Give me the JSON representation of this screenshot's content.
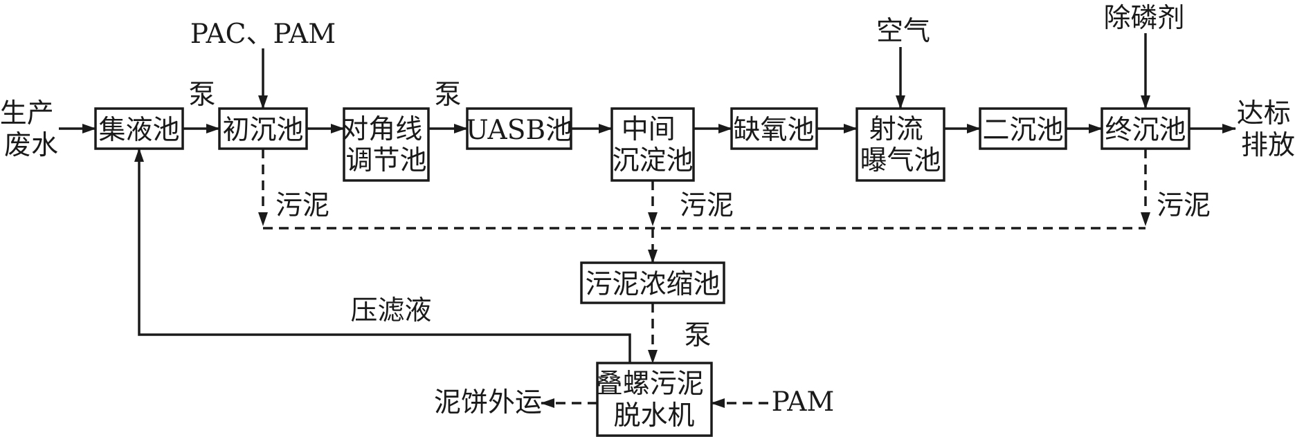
{
  "inputs": {
    "raw_water": [
      "生产",
      "废水"
    ],
    "chemicals_primary": "PAC、PAM",
    "air": "空气",
    "phosphorus_agent": "除磷剂",
    "pam_dewatering": "PAM"
  },
  "units": {
    "collection_tank": [
      "集液池"
    ],
    "primary_settling": [
      "初沉池"
    ],
    "equalization": [
      "对角线",
      "调节池"
    ],
    "uasb": [
      "UASB池"
    ],
    "intermediate_settling": [
      "中间",
      "沉淀池"
    ],
    "anoxic": [
      "缺氧池"
    ],
    "jet_aeration": [
      "射流",
      "曝气池"
    ],
    "secondary_settling": [
      "二沉池"
    ],
    "final_settling": [
      "终沉池"
    ],
    "sludge_thickener": [
      "污泥浓缩池"
    ],
    "screw_press": [
      "叠螺污泥",
      "脱水机"
    ]
  },
  "labels": {
    "pump_1": "泵",
    "pump_2": "泵",
    "pump_3": "泵",
    "sludge_1": "污泥",
    "sludge_2": "污泥",
    "sludge_3": "污泥",
    "filtrate": "压滤液",
    "cake_out": "泥饼外运"
  },
  "outputs": {
    "discharge": [
      "达标",
      "排放"
    ]
  }
}
